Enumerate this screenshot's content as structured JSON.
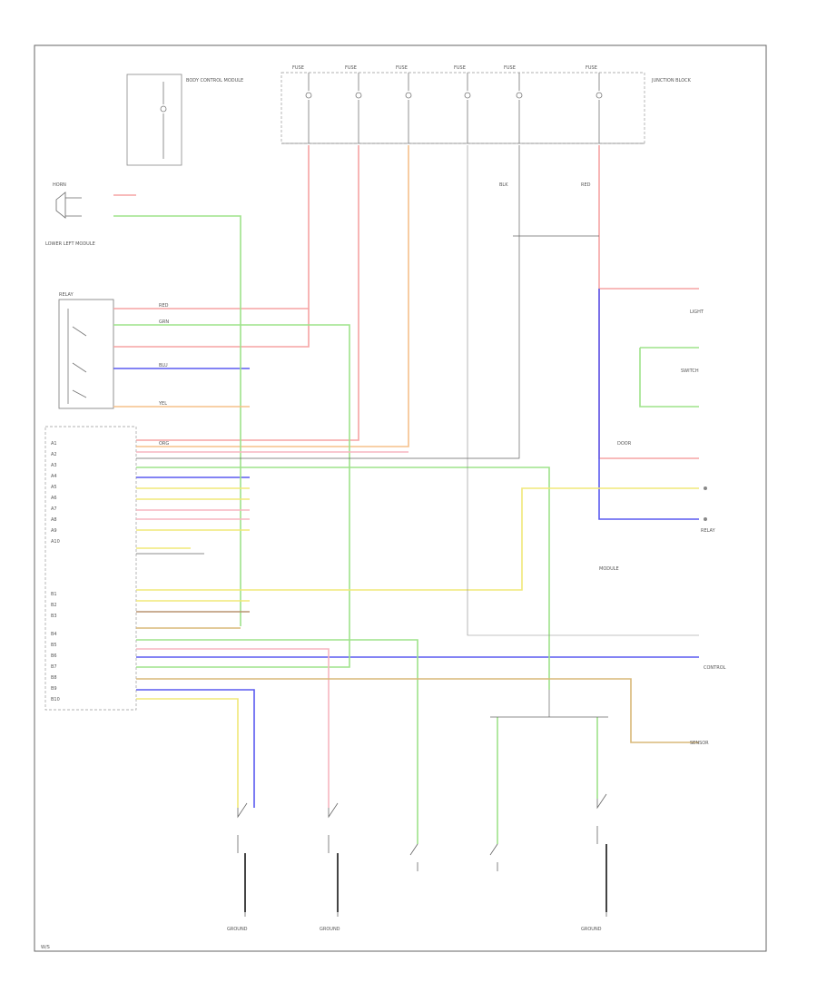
{
  "diagram": {
    "connector_labels": {
      "top_left_block": "BODY CONTROL MODULE",
      "left_block": "LOWER LEFT MODULE",
      "relay": "RELAY",
      "horn": "HORN",
      "junction": "JUNCTION BLOCK",
      "ground_left": "GROUND",
      "ground_mid": "GROUND",
      "ground_right": "GROUND",
      "footer_tag": "W/S"
    },
    "wire_labels": {
      "red": "RED",
      "grn": "GRN",
      "blu": "BLU",
      "yel": "YEL",
      "org": "ORG",
      "blk": "BLK"
    },
    "colors": {
      "red": "#f5a3a3",
      "pink": "#f7b5c0",
      "green": "#9ee38a",
      "blue": "#5a5af0",
      "yellow": "#f0e878",
      "orange": "#f5c08a",
      "tan": "#d9b878",
      "brown": "#b89470",
      "gray": "#555555"
    }
  }
}
